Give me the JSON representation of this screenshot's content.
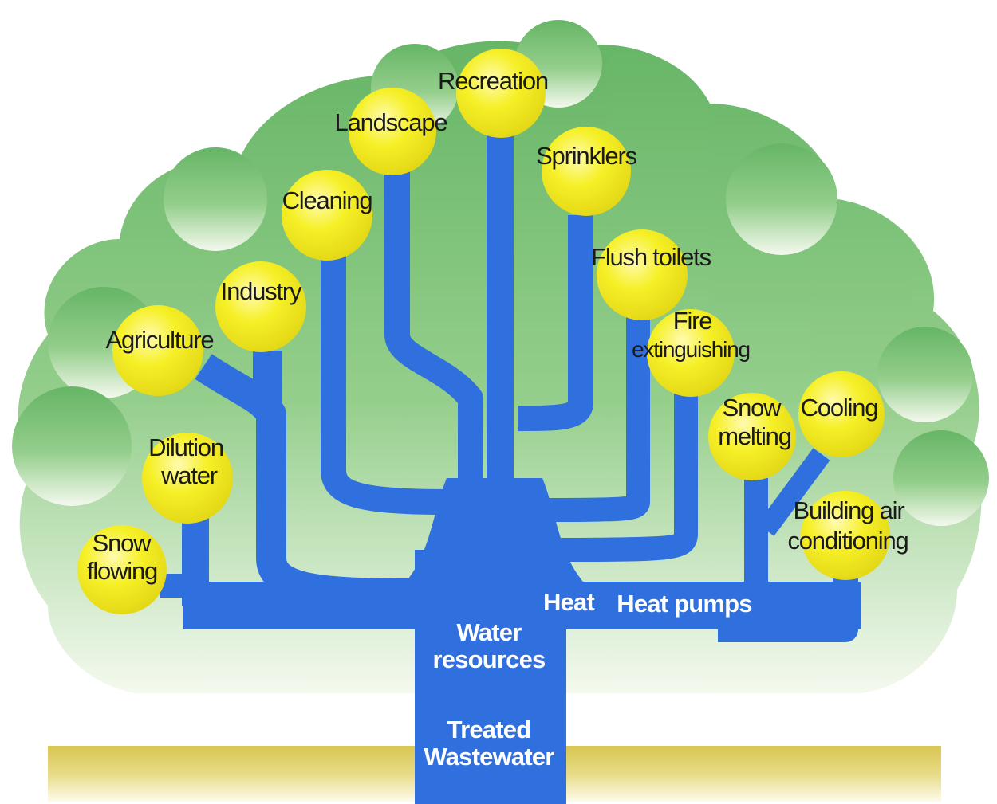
{
  "diagram": {
    "trunk": {
      "base_label": [
        "Treated",
        "Wastewater"
      ],
      "mid_label": [
        "Water",
        "resources"
      ]
    },
    "heat_label": "Heat",
    "heat_pumps_label": "Heat pumps",
    "uses": {
      "recreation": [
        "Recreation"
      ],
      "landscape": [
        "Landscape"
      ],
      "sprinklers": [
        "Sprinklers"
      ],
      "cleaning": [
        "Cleaning"
      ],
      "flush_toilets": [
        "Flush toilets"
      ],
      "industry": [
        "Industry"
      ],
      "fire_extinguishing": [
        "Fire",
        "extinguishing"
      ],
      "agriculture": [
        "Agriculture"
      ],
      "snow_melting": [
        "Snow",
        "melting"
      ],
      "cooling": [
        "Cooling"
      ],
      "dilution_water": [
        "Dilution",
        "water"
      ],
      "building_air_conditioning": [
        "Building air",
        "conditioning"
      ],
      "snow_flowing": [
        "Snow",
        "flowing"
      ]
    },
    "colors": {
      "pipe": "#2f6fde",
      "node_fill": "#f6f027",
      "node_highlight": "#fffbb0",
      "canopy": "#6dbe6d",
      "ground": "#e2d271"
    }
  }
}
